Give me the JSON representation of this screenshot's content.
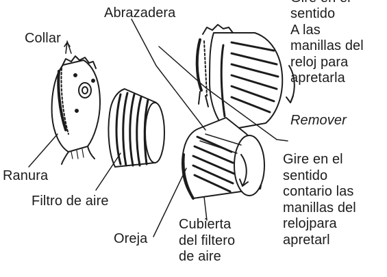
{
  "labels": {
    "abrazadera": "Abrazadera",
    "collar": "Collar",
    "ranura": "Ranura",
    "filtro": "Filtro de aire",
    "oreja": "Oreja",
    "cubierta": "Cubierta\ndel filtero\nde aire",
    "gire_contrario": "Gire en el\nsentido\ncontario las\nmanillas del\nrelojpara\napretarl"
  },
  "instruction_top": {
    "cut_line": "Gire en el",
    "lines": "sentido\nA las\nmanillas del\nreloj para\napretarla",
    "remover": "Remover"
  },
  "colors": {
    "ink": "#1c1c1c",
    "background": "#ffffff"
  }
}
